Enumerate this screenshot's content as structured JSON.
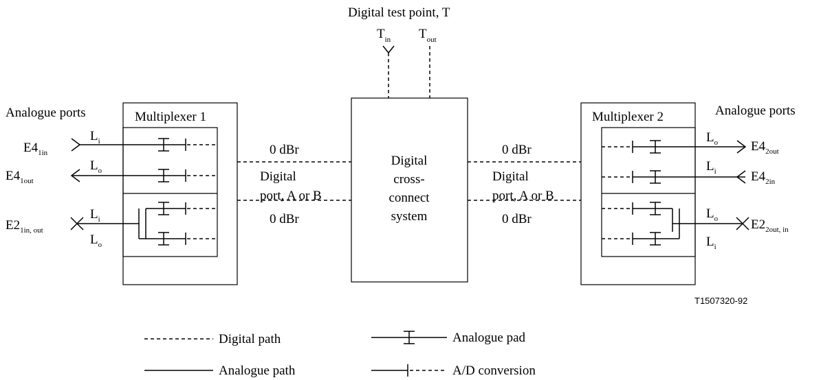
{
  "test_point": {
    "title": "Digital test point, T",
    "tin_base": "T",
    "tin_sub": "in",
    "tout_base": "T",
    "tout_sub": "out"
  },
  "left": {
    "ports_title": "Analogue ports",
    "mux_label": "Multiplexer 1",
    "e4in_base": "E4",
    "e4in_sub": "1in",
    "e4out_base": "E4",
    "e4out_sub": "1out",
    "e2_base": "E2",
    "e2_sub": "1in, out",
    "li1_base": "L",
    "li1_sub": "i",
    "lo1_base": "L",
    "lo1_sub": "o",
    "li2_base": "L",
    "li2_sub": "i",
    "lo2_base": "L",
    "lo2_sub": "o"
  },
  "center": {
    "dbr_top_left": "0 dBr",
    "digital_left": "Digital",
    "port_left": "port, A or B",
    "dbr_bottom_left": "0 dBr",
    "dbr_top_right": "0 dBr",
    "digital_right": "Digital",
    "port_right": "port, A or B",
    "dbr_bottom_right": "0 dBr",
    "system_line1": "Digital",
    "system_line2": "cross-",
    "system_line3": "connect",
    "system_line4": "system"
  },
  "right": {
    "ports_title": "Analogue ports",
    "mux_label": "Multiplexer 2",
    "e4out_base": "E4",
    "e4out_sub": "2out",
    "e4in_base": "E4",
    "e4in_sub": "2in",
    "e2_base": "E2",
    "e2_sub": "2out, in",
    "lo1_base": "L",
    "lo1_sub": "o",
    "li1_base": "L",
    "li1_sub": "i",
    "lo2_base": "L",
    "lo2_sub": "o",
    "li2_base": "L",
    "li2_sub": "i"
  },
  "figure_id": "T1507320-92",
  "legend": {
    "digital_path": "Digital path",
    "analogue_path": "Analogue path",
    "analogue_pad": "Analogue pad",
    "ad_conversion": "A/D conversion"
  }
}
